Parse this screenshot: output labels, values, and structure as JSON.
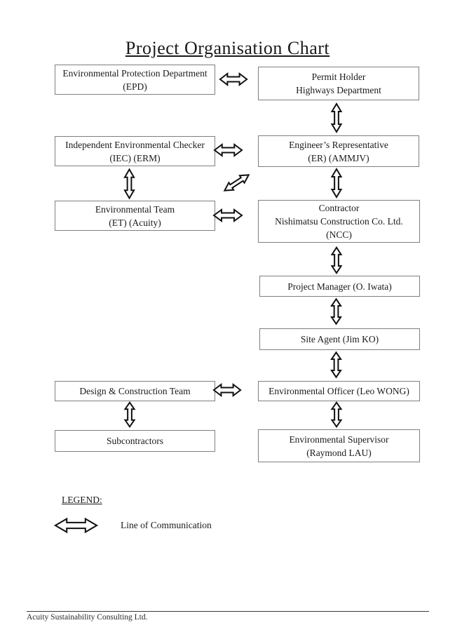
{
  "page": {
    "title": "Project Organisation Chart",
    "footer": "Acuity Sustainability Consulting Ltd."
  },
  "colors": {
    "box_border": "#7f7f7f",
    "arrow_outline": "#111111",
    "text": "#1a1a1a"
  },
  "boxes": {
    "epd": {
      "label": "Environmental Protection Department\n(EPD)"
    },
    "permit_holder": {
      "label": "Permit Holder\nHighways Department"
    },
    "iec": {
      "label": "Independent Environmental Checker\n(IEC) (ERM)"
    },
    "er": {
      "label": "Engineer’s Representative\n(ER) (AMMJV)"
    },
    "et": {
      "label": "Environmental Team\n(ET) (Acuity)"
    },
    "contractor": {
      "label": "Contractor\nNishimatsu Construction Co. Ltd.\n(NCC)"
    },
    "project_manager": {
      "label": "Project Manager (O. Iwata)"
    },
    "site_agent": {
      "label": "Site Agent (Jim KO)"
    },
    "design_construction": {
      "label": "Design & Construction Team"
    },
    "environmental_officer": {
      "label": "Environmental Officer (Leo WONG)"
    },
    "subcontractors": {
      "label": "Subcontractors"
    },
    "environmental_supervisor": {
      "label": "Environmental Supervisor\n(Raymond LAU)"
    }
  },
  "connections": [
    {
      "from": "epd",
      "to": "permit_holder",
      "style": "horizontal"
    },
    {
      "from": "permit_holder",
      "to": "er",
      "style": "vertical"
    },
    {
      "from": "iec",
      "to": "er",
      "style": "horizontal"
    },
    {
      "from": "iec",
      "to": "et",
      "style": "vertical"
    },
    {
      "from": "et",
      "to": "er",
      "style": "diagonal"
    },
    {
      "from": "er",
      "to": "contractor",
      "style": "vertical"
    },
    {
      "from": "et",
      "to": "contractor",
      "style": "horizontal"
    },
    {
      "from": "contractor",
      "to": "project_manager",
      "style": "vertical"
    },
    {
      "from": "project_manager",
      "to": "site_agent",
      "style": "vertical"
    },
    {
      "from": "site_agent",
      "to": "environmental_officer",
      "style": "vertical"
    },
    {
      "from": "design_construction",
      "to": "environmental_officer",
      "style": "horizontal"
    },
    {
      "from": "design_construction",
      "to": "subcontractors",
      "style": "vertical"
    },
    {
      "from": "environmental_officer",
      "to": "environmental_supervisor",
      "style": "vertical"
    }
  ],
  "legend": {
    "heading": "LEGEND:",
    "arrow_label": "Line of Communication"
  }
}
